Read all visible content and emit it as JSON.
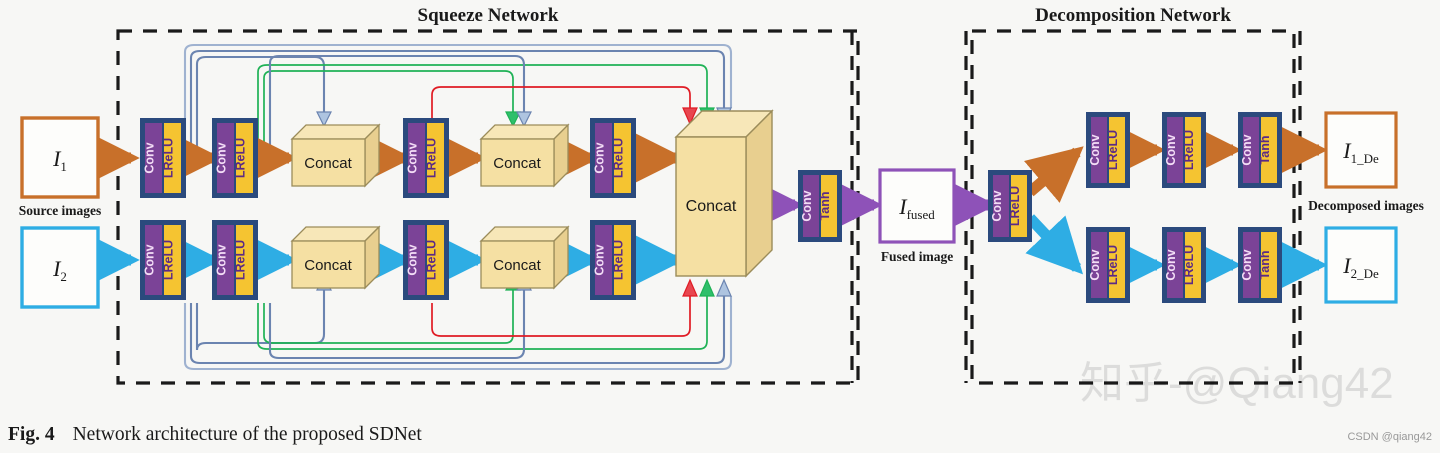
{
  "figure": {
    "caption_prefix": "Fig. 4",
    "caption_text": "Network architecture of the proposed SDNet"
  },
  "sections": {
    "squeeze_title": "Squeeze Network",
    "decomposition_title": "Decomposition Network"
  },
  "labels": {
    "source_images": "Source images",
    "fused_image": "Fused image",
    "decomposed_images": "Decomposed images"
  },
  "inputs": [
    {
      "name": "input-image-1",
      "symbol": "I",
      "subscript": "1",
      "color": "#c8702a"
    },
    {
      "name": "input-image-2",
      "symbol": "I",
      "subscript": "2",
      "color": "#2eade4"
    }
  ],
  "fused": {
    "symbol": "I",
    "subscript": "fused",
    "color": "#8e52b8"
  },
  "outputs": [
    {
      "name": "output-image-1",
      "symbol": "I",
      "subscript": "1_De",
      "color": "#c8702a"
    },
    {
      "name": "output-image-2",
      "symbol": "I",
      "subscript": "2_De",
      "color": "#2eade4"
    }
  ],
  "blocks": {
    "conv": "Conv",
    "lrelu": "LReLU",
    "tanh": "Tanh",
    "concat": "Concat"
  },
  "squeeze_top_chain": [
    {
      "type": "conv",
      "act": "LReLU"
    },
    {
      "type": "conv",
      "act": "LReLU"
    },
    {
      "type": "concat",
      "label": "Concat"
    },
    {
      "type": "conv",
      "act": "LReLU"
    },
    {
      "type": "concat",
      "label": "Concat"
    },
    {
      "type": "conv",
      "act": "LReLU"
    }
  ],
  "squeeze_bottom_chain": [
    {
      "type": "conv",
      "act": "LReLU"
    },
    {
      "type": "conv",
      "act": "LReLU"
    },
    {
      "type": "concat",
      "label": "Concat"
    },
    {
      "type": "conv",
      "act": "LReLU"
    },
    {
      "type": "concat",
      "label": "Concat"
    },
    {
      "type": "conv",
      "act": "LReLU"
    }
  ],
  "merge_block": {
    "label": "Concat"
  },
  "fusion_conv": {
    "type": "conv",
    "act": "Tanh"
  },
  "decomp_shared": {
    "type": "conv",
    "act": "LReLU"
  },
  "decomp_top_chain": [
    {
      "type": "conv",
      "act": "LReLU"
    },
    {
      "type": "conv",
      "act": "LReLU"
    },
    {
      "type": "conv",
      "act": "Tanh"
    }
  ],
  "decomp_bottom_chain": [
    {
      "type": "conv",
      "act": "LReLU"
    },
    {
      "type": "conv",
      "act": "LReLU"
    },
    {
      "type": "conv",
      "act": "Tanh"
    }
  ],
  "colors": {
    "orange": "#c8702a",
    "cyan": "#2eade4",
    "purple": "#8e52b8",
    "conv_purple": "#7b4397",
    "act_yellow": "#f5c431",
    "block_border": "#2b4a7d",
    "concat_fill": "#f5e0a3",
    "concat_top": "#f7e7b8",
    "concat_side": "#e8cf8f",
    "skip_blue": "#6b84b0",
    "skip_green": "#1fb256",
    "skip_red": "#e01b24",
    "dashed": "#1a1a1a",
    "background": "#f7f7f5"
  },
  "watermarks": {
    "zhihu": "知乎-@Qiang42",
    "csdn": "CSDN @qiang42"
  }
}
